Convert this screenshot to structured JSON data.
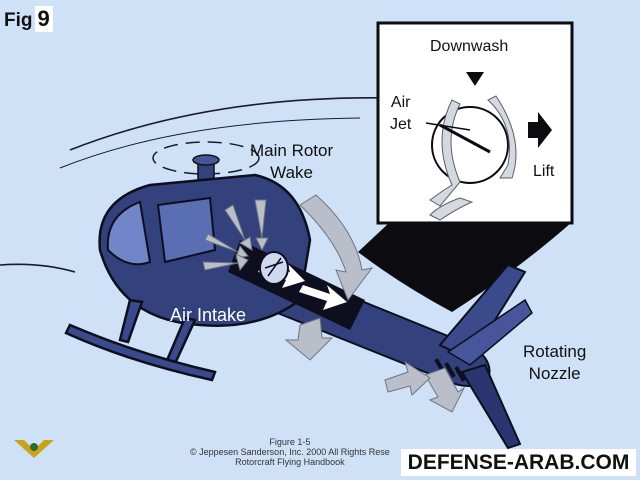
{
  "fig": {
    "label": "Fig",
    "number": "9"
  },
  "labels": {
    "main_rotor_wake_1": "Main Rotor",
    "main_rotor_wake_2": "Wake",
    "air_intake": "Air Intake",
    "rotating_nozzle_1": "Rotating",
    "rotating_nozzle_2": "Nozzle"
  },
  "inset": {
    "downwash": "Downwash",
    "air_jet_1": "Air",
    "air_jet_2": "Jet",
    "lift": "Lift"
  },
  "credit": {
    "line1": "Figure 1-5",
    "line2": "© Jeppesen Sanderson, Inc. 2000 All Rights Rese",
    "line3": "Rotorcraft Flying Handbook"
  },
  "watermark": "DEFENSE-ARAB.COM",
  "colors": {
    "sky": "#cfe1f6",
    "body": "#33417c",
    "body_dark": "#1d2654",
    "airflow": "#b9bec8",
    "inset_bg": "#ffffff"
  }
}
